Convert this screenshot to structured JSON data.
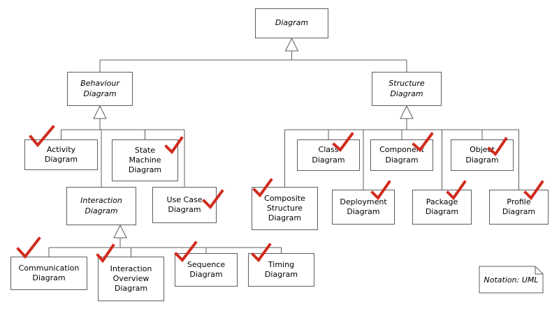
{
  "diagram_type": "uml-class-hierarchy",
  "colors": {
    "check": "#d02b1e",
    "line": "#5c5c5c",
    "box_border": "#5c5c5c",
    "text": "#000000"
  },
  "nodes": {
    "diagram": {
      "label": "Diagram",
      "abstract": true,
      "checked": false
    },
    "behaviour": {
      "label": "Behaviour\nDiagram",
      "abstract": true,
      "checked": false
    },
    "structure": {
      "label": "Structure\nDiagram",
      "abstract": true,
      "checked": false
    },
    "activity": {
      "label": "Activity\nDiagram",
      "abstract": false,
      "checked": true
    },
    "state_machine": {
      "label": "State\nMachine\nDiagram",
      "abstract": false,
      "checked": true
    },
    "interaction": {
      "label": "Interaction\nDiagram",
      "abstract": true,
      "checked": false
    },
    "use_case": {
      "label": "Use Case\nDiagram",
      "abstract": false,
      "checked": true
    },
    "class": {
      "label": "Class\nDiagram",
      "abstract": false,
      "checked": true
    },
    "component": {
      "label": "Component\nDiagram",
      "abstract": false,
      "checked": true
    },
    "object": {
      "label": "Object\nDiagram",
      "abstract": false,
      "checked": true
    },
    "composite_structure": {
      "label": "Composite\nStructure\nDiagram",
      "abstract": false,
      "checked": true
    },
    "deployment": {
      "label": "Deployment\nDiagram",
      "abstract": false,
      "checked": true
    },
    "package": {
      "label": "Package\nDiagram",
      "abstract": false,
      "checked": true
    },
    "profile": {
      "label": "Profile\nDiagram",
      "abstract": false,
      "checked": true
    },
    "communication": {
      "label": "Communication\nDiagram",
      "abstract": false,
      "checked": true
    },
    "interaction_overview": {
      "label": "Interaction\nOverview\nDiagram",
      "abstract": false,
      "checked": true
    },
    "sequence": {
      "label": "Sequence\nDiagram",
      "abstract": false,
      "checked": true
    },
    "timing": {
      "label": "Timing\nDiagram",
      "abstract": false,
      "checked": true
    }
  },
  "edges": [
    {
      "parent": "diagram",
      "child": "behaviour"
    },
    {
      "parent": "diagram",
      "child": "structure"
    },
    {
      "parent": "behaviour",
      "child": "activity"
    },
    {
      "parent": "behaviour",
      "child": "state_machine"
    },
    {
      "parent": "behaviour",
      "child": "interaction"
    },
    {
      "parent": "behaviour",
      "child": "use_case"
    },
    {
      "parent": "interaction",
      "child": "communication"
    },
    {
      "parent": "interaction",
      "child": "interaction_overview"
    },
    {
      "parent": "interaction",
      "child": "sequence"
    },
    {
      "parent": "interaction",
      "child": "timing"
    },
    {
      "parent": "structure",
      "child": "class"
    },
    {
      "parent": "structure",
      "child": "component"
    },
    {
      "parent": "structure",
      "child": "object"
    },
    {
      "parent": "structure",
      "child": "composite_structure"
    },
    {
      "parent": "structure",
      "child": "deployment"
    },
    {
      "parent": "structure",
      "child": "package"
    },
    {
      "parent": "structure",
      "child": "profile"
    }
  ],
  "note": {
    "label": "Notation: UML"
  }
}
